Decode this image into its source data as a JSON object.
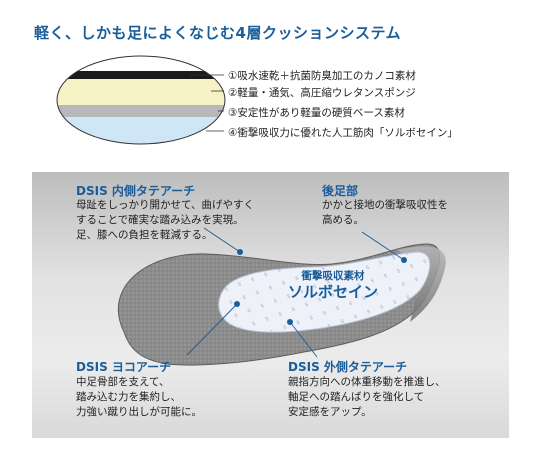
{
  "title": "軽く、しかも足によくなじむ4層クッションシステム",
  "layers": [
    {
      "label": "①吸水速乾＋抗菌防臭加工のカノコ素材",
      "color": "#1a1a1a"
    },
    {
      "label": "②軽量・通気、高圧縮ウレタンスポンジ",
      "color": "#f7f2c6"
    },
    {
      "label": "③安定性があり軽量の硬質ベース素材",
      "color": "#b8b8b8"
    },
    {
      "label": "④衝撃吸収力に優れた人工筋肉「ソルボセイン」",
      "color": "#cfe6f7"
    }
  ],
  "annotations": {
    "inner_arch": {
      "title": "DSIS 内側タテアーチ",
      "lines": [
        "母趾をしっかり開かせて、曲げやすく",
        "することで確実な踏み込みを実現。",
        "足、膝への負担を軽減する。"
      ]
    },
    "heel": {
      "title": "後足部",
      "lines": [
        "かかと接地の衝撃吸収性を",
        "高める。"
      ]
    },
    "sorbo": {
      "small": "衝撃吸収素材",
      "large": "ソルボセイン"
    },
    "yoko_arch": {
      "title": "DSIS ヨコアーチ",
      "lines": [
        "中足骨部を支えて、",
        "踏み込む力を集約し、",
        "力強い蹴り出しが可能に。"
      ]
    },
    "outer_arch": {
      "title": "DSIS 外側タテアーチ",
      "lines": [
        "親指方向への体重移動を推進し、",
        "軸足への踏んばりを強化して",
        "安定感をアップ。"
      ]
    }
  },
  "colors": {
    "accent": "#1a5d9b",
    "insole_felt": "#8e8e8e",
    "sorbo_pad": "#e9eef7"
  }
}
